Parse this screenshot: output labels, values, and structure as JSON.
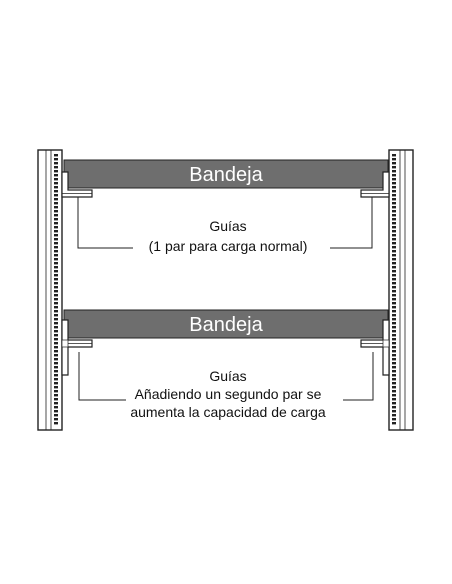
{
  "tray_top": {
    "label": "Bandeja"
  },
  "tray_bottom": {
    "label": "Bandeja"
  },
  "note_top": {
    "line1": "Guías",
    "line2": "(1 par para carga normal)"
  },
  "note_bottom": {
    "line1": "Guías",
    "line2": "Añadiendo un segundo par se",
    "line3": "aumenta la capacidad de carga"
  },
  "colors": {
    "tray_fill": "#6e6e6e",
    "stroke": "#222222",
    "background": "#ffffff"
  }
}
